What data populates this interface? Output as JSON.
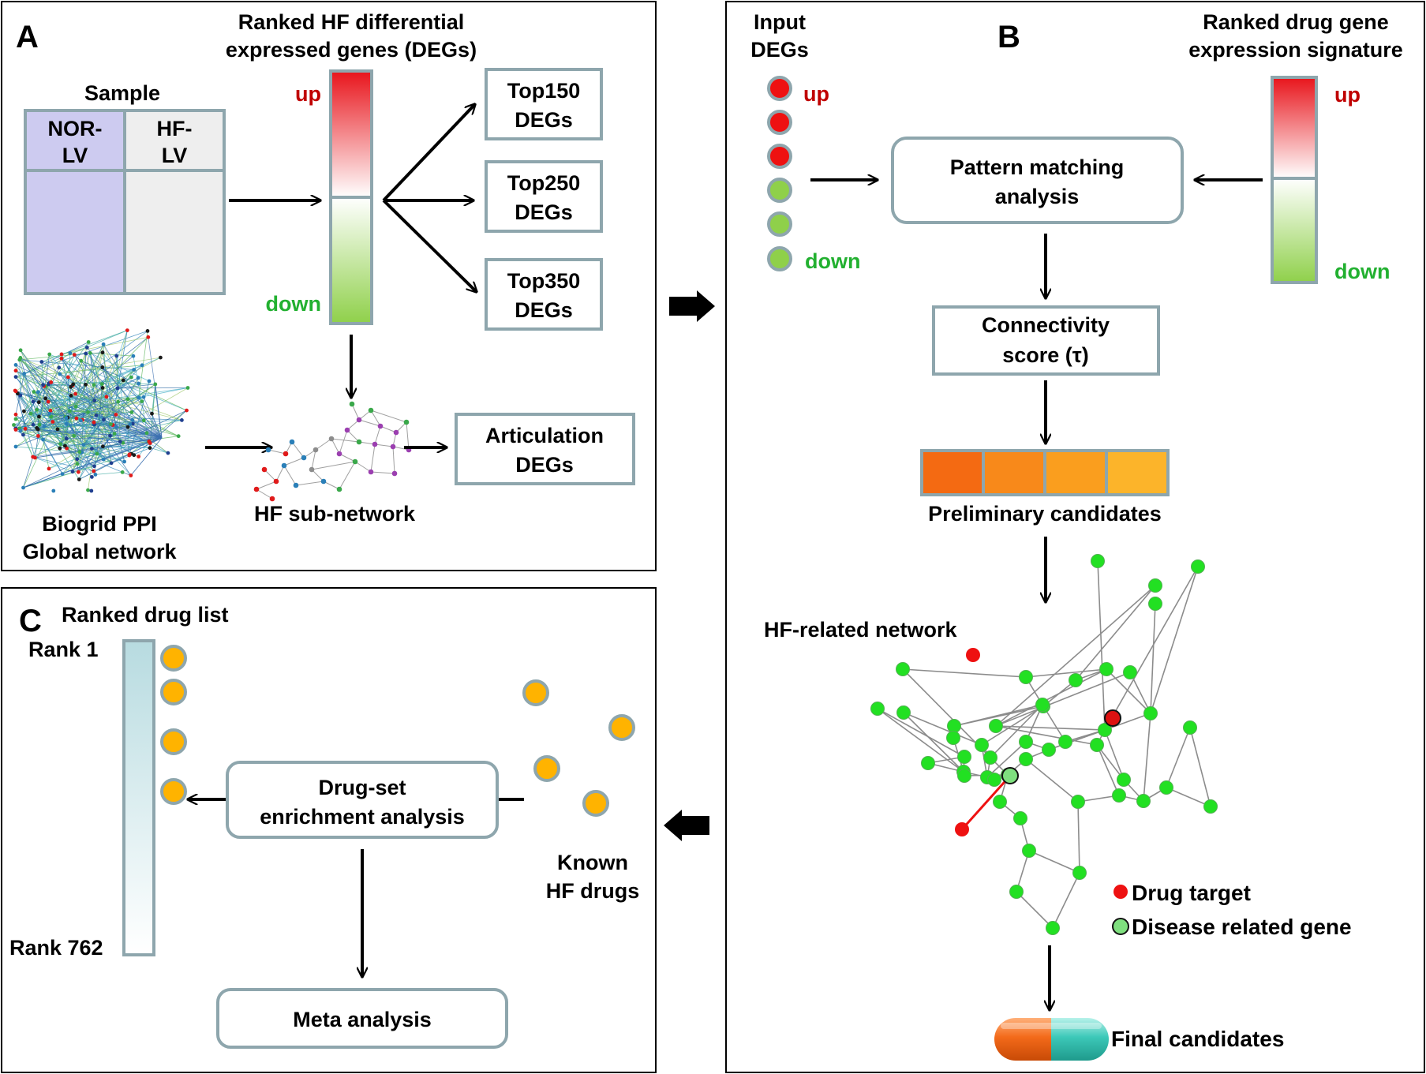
{
  "panel_a": {
    "letter": "A",
    "ranked_title_line1": "Ranked HF differential",
    "ranked_title_line2": "expressed genes (DEGs)",
    "sample_label": "Sample",
    "col1_line1": "NOR-",
    "col1_line2": "LV",
    "col2_line1": "HF-",
    "col2_line2": "LV",
    "up_label": "up",
    "down_label": "down",
    "top150_line1": "Top150",
    "top150_line2": "DEGs",
    "top250_line1": "Top250",
    "top250_line2": "DEGs",
    "top350_line1": "Top350",
    "top350_line2": "DEGs",
    "biogrid_line1": "Biogrid PPI",
    "biogrid_line2": "Global network",
    "subnetwork_label": "HF sub-network",
    "articulation_line1": "Articulation",
    "articulation_line2": "DEGs"
  },
  "panel_b": {
    "letter": "B",
    "input_line1": "Input",
    "input_line2": "DEGs",
    "ranked_sig_line1": "Ranked drug gene",
    "ranked_sig_line2": "expression signature",
    "up_label": "up",
    "down_label": "down",
    "sig_up_label": "up",
    "sig_down_label": "down",
    "pattern_line1": "Pattern matching",
    "pattern_line2": "analysis",
    "connectivity_line1": "Connectivity",
    "connectivity_line2": "score (τ)",
    "preliminary_label": "Preliminary candidates",
    "network_label": "HF-related network",
    "legend_drug_target": "Drug target",
    "legend_disease_gene": "Disease related gene",
    "final_label": "Final candidates"
  },
  "panel_c": {
    "letter": "C",
    "ranked_list_label": "Ranked drug list",
    "rank_first": "Rank 1",
    "rank_last": "Rank 762",
    "dsea_line1": "Drug-set",
    "dsea_line2": "enrichment analysis",
    "known_line1": "Known",
    "known_line2": "HF drugs",
    "meta_label": "Meta analysis"
  },
  "colors": {
    "up_red": "#e8141b",
    "down_green": "#8fd04a",
    "box_border": "#8ea6ad",
    "node_green": "#22e022",
    "node_red": "#ee1111",
    "drug_orange": "#ffb300",
    "up_text": "#c00000",
    "down_text": "#22b030"
  }
}
